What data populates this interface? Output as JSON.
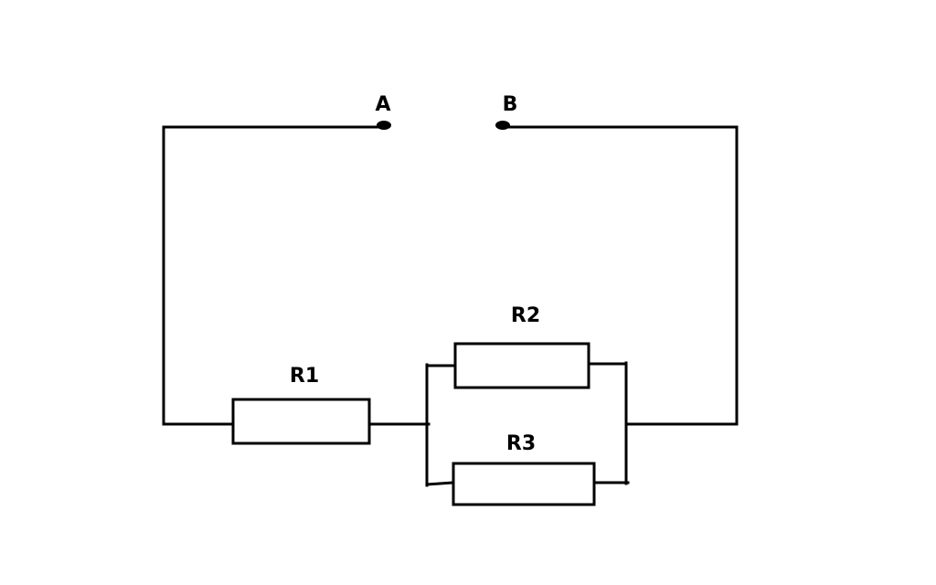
{
  "terminals": {
    "a": "A",
    "b": "B"
  },
  "resistors": {
    "r1": "R1",
    "r2": "R2",
    "r3": "R3"
  },
  "colors": {
    "line": "#000000",
    "background": "#ffffff"
  }
}
